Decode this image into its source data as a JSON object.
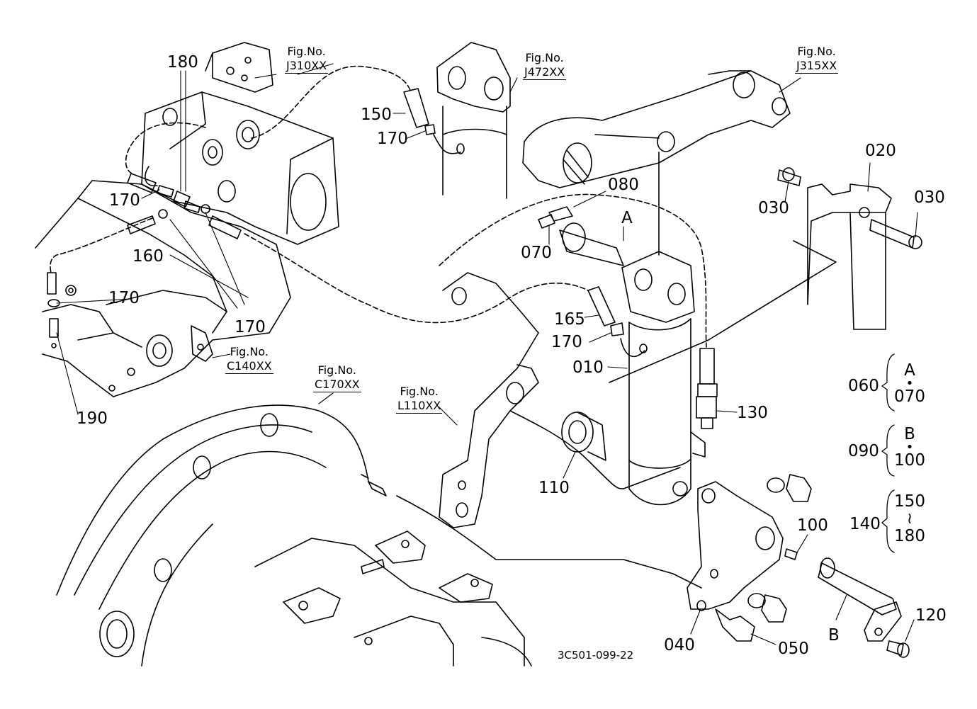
{
  "part_labels": [
    {
      "id": "180",
      "text": "180"
    },
    {
      "id": "150",
      "text": "150"
    },
    {
      "id": "170a",
      "text": "170"
    },
    {
      "id": "170b",
      "text": "170"
    },
    {
      "id": "160",
      "text": "160"
    },
    {
      "id": "170c",
      "text": "170"
    },
    {
      "id": "170d",
      "text": "170"
    },
    {
      "id": "190",
      "text": "190"
    },
    {
      "id": "080",
      "text": "080"
    },
    {
      "id": "A1",
      "text": "A"
    },
    {
      "id": "070",
      "text": "070"
    },
    {
      "id": "165",
      "text": "165"
    },
    {
      "id": "170e",
      "text": "170"
    },
    {
      "id": "010",
      "text": "010"
    },
    {
      "id": "020",
      "text": "020"
    },
    {
      "id": "030a",
      "text": "030"
    },
    {
      "id": "030b",
      "text": "030"
    },
    {
      "id": "130",
      "text": "130"
    },
    {
      "id": "110",
      "text": "110"
    },
    {
      "id": "100",
      "text": "100"
    },
    {
      "id": "120",
      "text": "120"
    },
    {
      "id": "040",
      "text": "040"
    },
    {
      "id": "050",
      "text": "050"
    },
    {
      "id": "B1",
      "text": "B"
    }
  ],
  "figure_refs": [
    {
      "id": "j310",
      "prefix": "Fig.No.",
      "number": "J310XX"
    },
    {
      "id": "j472",
      "prefix": "Fig.No.",
      "number": "J472XX"
    },
    {
      "id": "j315",
      "prefix": "Fig.No.",
      "number": "J315XX"
    },
    {
      "id": "c140",
      "prefix": "Fig.No.",
      "number": "C140XX"
    },
    {
      "id": "c170",
      "prefix": "Fig.No.",
      "number": "C170XX"
    },
    {
      "id": "l110",
      "prefix": "Fig.No.",
      "number": "L110XX"
    }
  ],
  "groups": [
    {
      "id": "g060",
      "parent": "060",
      "top": "A",
      "sep": "•",
      "bottom": "070"
    },
    {
      "id": "g090",
      "parent": "090",
      "top": "B",
      "sep": "•",
      "bottom": "100"
    },
    {
      "id": "g140",
      "parent": "140",
      "top": "150",
      "sep": "≀",
      "bottom": "180"
    }
  ],
  "drawing_code": "3C501-099-22"
}
